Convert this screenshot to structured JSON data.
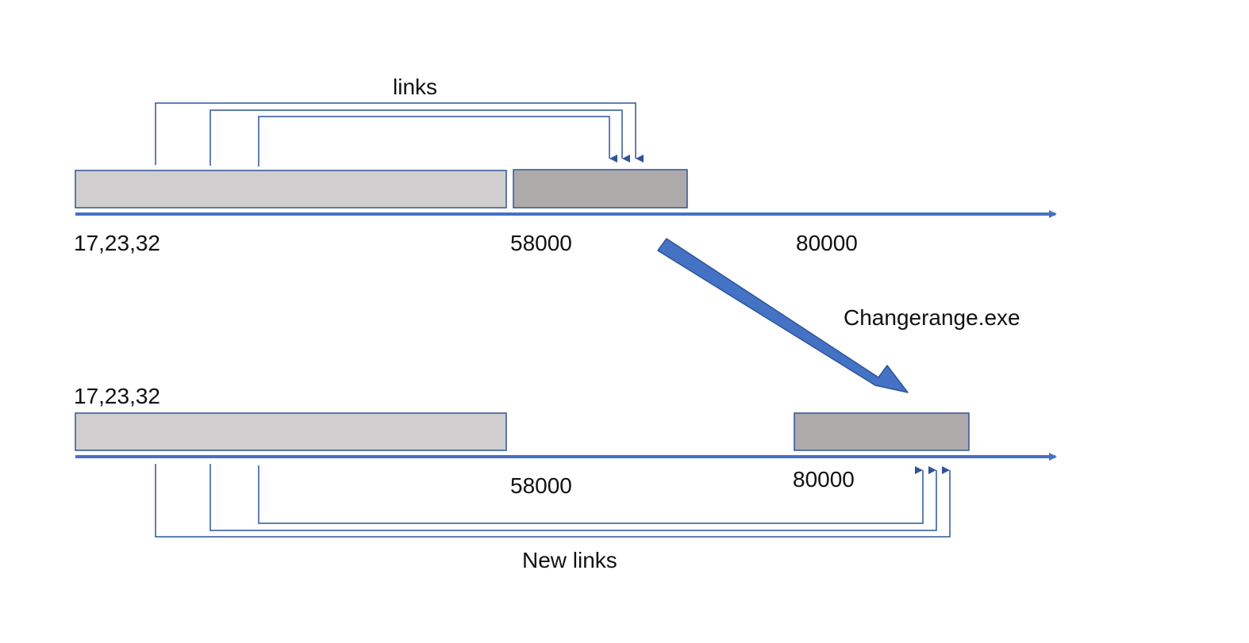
{
  "top": {
    "links_label": "links",
    "tick_start": "17,23,32",
    "tick_mid": "58000",
    "tick_end": "80000"
  },
  "transform": {
    "label": "Changerange.exe"
  },
  "bottom": {
    "tick_start": "17,23,32",
    "tick_mid": "58000",
    "tick_end": "80000",
    "links_label": "New links"
  },
  "colors": {
    "axis": "#4472C4",
    "link_line": "#2F5597",
    "block_light_fill": "#D0CECE",
    "block_dark_fill": "#AEAAAA",
    "block_border": "#2F5597",
    "big_arrow": "#4472C4"
  }
}
